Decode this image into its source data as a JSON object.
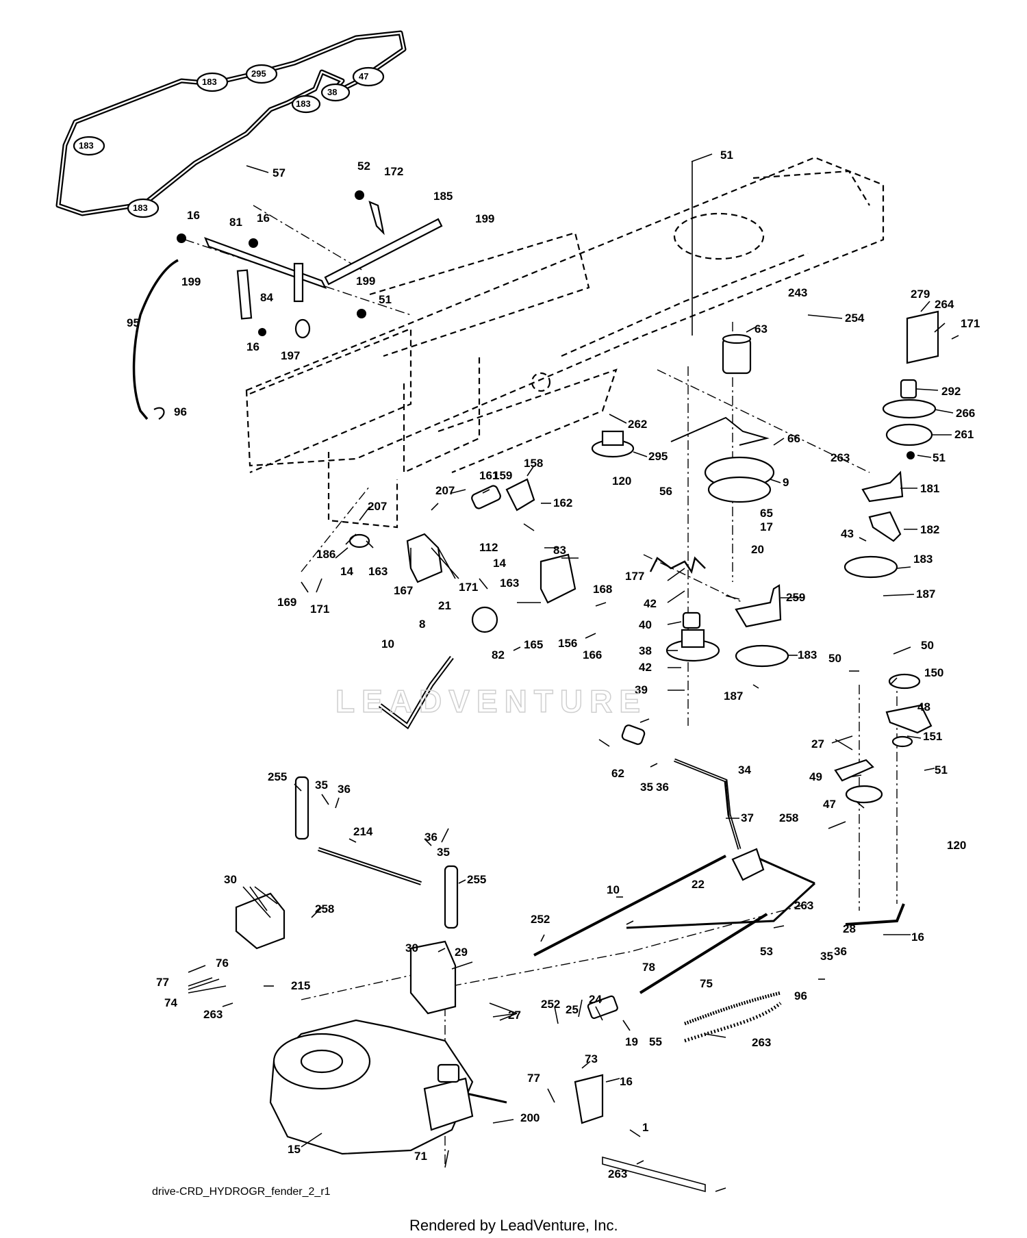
{
  "diagram_code": "drive-CRD_HYDROGR_fender_2_r1",
  "render_credit": "Rendered by LeadVenture, Inc.",
  "watermark": "LEADVENTURE",
  "belt_pulley_labels": [
    "183",
    "295",
    "183",
    "38",
    "47",
    "183",
    "183",
    "183"
  ],
  "belt_label": "57",
  "callouts": [
    "52",
    "172",
    "185",
    "199",
    "16",
    "81",
    "16",
    "51",
    "199",
    "199",
    "51",
    "84",
    "16",
    "197",
    "95",
    "96",
    "63",
    "243",
    "254",
    "279",
    "264",
    "171",
    "292",
    "266",
    "262",
    "261",
    "66",
    "295",
    "263",
    "51",
    "9",
    "120",
    "56",
    "181",
    "65",
    "17",
    "20",
    "43",
    "182",
    "183",
    "187",
    "158",
    "161",
    "159",
    "207",
    "162",
    "207",
    "112",
    "14",
    "83",
    "186",
    "14",
    "163",
    "163",
    "167",
    "171",
    "169",
    "171",
    "177",
    "259",
    "168",
    "42",
    "21",
    "40",
    "8",
    "82",
    "165",
    "156",
    "166",
    "38",
    "183",
    "10",
    "42",
    "39",
    "187",
    "50",
    "50",
    "150",
    "48",
    "27",
    "151",
    "62",
    "34",
    "49",
    "51",
    "35",
    "36",
    "47",
    "37",
    "255",
    "35",
    "36",
    "258",
    "214",
    "120",
    "36",
    "35",
    "255",
    "36",
    "35",
    "28",
    "22",
    "10",
    "263",
    "30",
    "258",
    "252",
    "53",
    "16",
    "30",
    "29",
    "78",
    "76",
    "77",
    "215",
    "75",
    "74",
    "263",
    "27",
    "96",
    "252",
    "25",
    "24",
    "19",
    "55",
    "263",
    "73",
    "16",
    "77",
    "200",
    "1",
    "15",
    "71",
    "263"
  ]
}
